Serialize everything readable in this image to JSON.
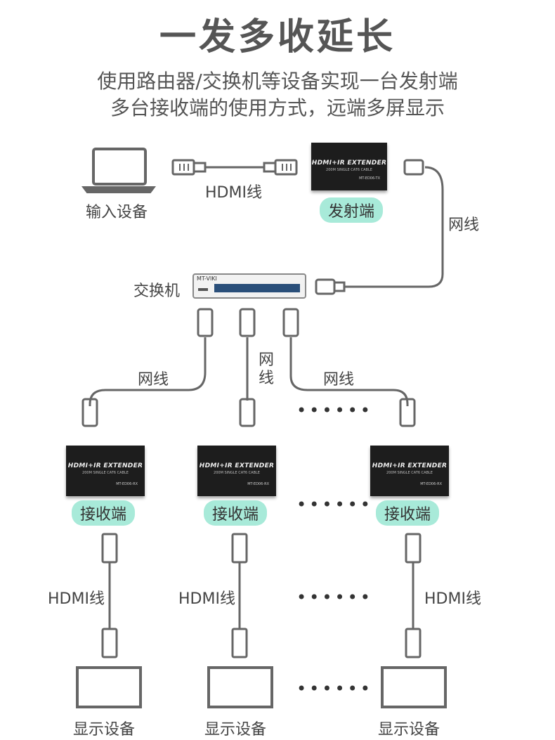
{
  "title": "一发多收延长",
  "subtitle_line1": "使用路由器/交换机等设备实现一台发射端",
  "subtitle_line2": "多台接收端的使用方式，远端多屏显示",
  "labels": {
    "input_device": "输入设备",
    "hdmi_cable": "HDMI线",
    "network_cable": "网线",
    "switch": "交换机",
    "transmitter": "发射端",
    "receiver": "接收端",
    "display_device": "显示设备",
    "ellipsis": "••••••"
  },
  "device": {
    "name": "HDMI+IR EXTENDER",
    "spec": "200M SINGLE CAT6 CABLE",
    "tx_model": "MT-ED06-TX",
    "rx_model": "MT-ED06-RX",
    "switch_brand": "MT-VIKI"
  },
  "colors": {
    "pill": "#a8ead9",
    "box": "#1d1d1d",
    "text": "#444444"
  }
}
